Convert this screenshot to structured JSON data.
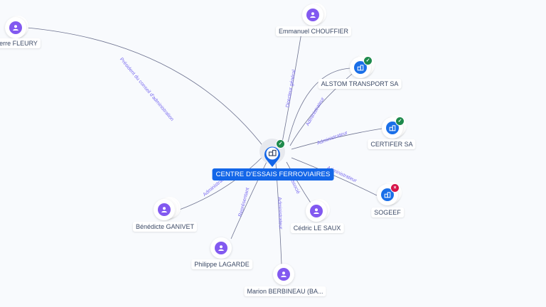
{
  "diagram": {
    "center": {
      "name": "CENTRE D'ESSAIS FERROVIAIRES",
      "type": "company",
      "icon": "company-building-icon",
      "status": "active",
      "status_icon": "check-icon"
    },
    "nodes": [
      {
        "id": "fleury",
        "name": "ierre FLEURY",
        "type": "person",
        "icon": "person-icon"
      },
      {
        "id": "chouffier",
        "name": "Emmanuel CHOUFFIER",
        "type": "person",
        "icon": "person-icon"
      },
      {
        "id": "alstom",
        "name": "ALSTOM TRANSPORT SA",
        "type": "company",
        "icon": "company-building-icon",
        "status": "active",
        "status_icon": "check-icon"
      },
      {
        "id": "certifer",
        "name": "CERTIFER SA",
        "type": "company",
        "icon": "company-building-icon",
        "status": "active",
        "status_icon": "check-icon"
      },
      {
        "id": "sogeef",
        "name": "SOGEEF",
        "type": "company",
        "icon": "company-building-icon",
        "status": "closed",
        "status_icon": "close-icon"
      },
      {
        "id": "lesaux",
        "name": "Cédric LE SAUX",
        "type": "person",
        "icon": "person-icon"
      },
      {
        "id": "ganivet",
        "name": "Bénédicte GANIVET",
        "type": "person",
        "icon": "person-icon"
      },
      {
        "id": "lagarde",
        "name": "Philippe LAGARDE",
        "type": "person",
        "icon": "person-icon"
      },
      {
        "id": "berbineau",
        "name": "Marion BERBINEAU (BA...",
        "type": "person",
        "icon": "person-icon"
      }
    ],
    "edges": [
      {
        "from": "fleury",
        "label": "Président du conseil d'administration"
      },
      {
        "from": "chouffier",
        "label": "Directeur général"
      },
      {
        "from": "alstom",
        "label": "Administrateur"
      },
      {
        "from": "alstom",
        "label": "Administrateur"
      },
      {
        "from": "certifer",
        "label": "Administrateur"
      },
      {
        "from": "sogeef",
        "label": "Administrateur"
      },
      {
        "from": "lesaux",
        "label": "Associé"
      },
      {
        "from": "ganivet",
        "label": "Administrateur"
      },
      {
        "from": "lagarde",
        "label": "Représentant"
      },
      {
        "from": "berbineau",
        "label": "Administrateur"
      }
    ]
  },
  "colors": {
    "background": "#f8fafd",
    "person": "#8259f0",
    "company": "#1a6fe8",
    "center": "#1366e8",
    "edge": "#6e7390",
    "edge_label": "#7b6cf0",
    "status_active": "#1e8a4c",
    "status_closed": "#d6154a"
  }
}
